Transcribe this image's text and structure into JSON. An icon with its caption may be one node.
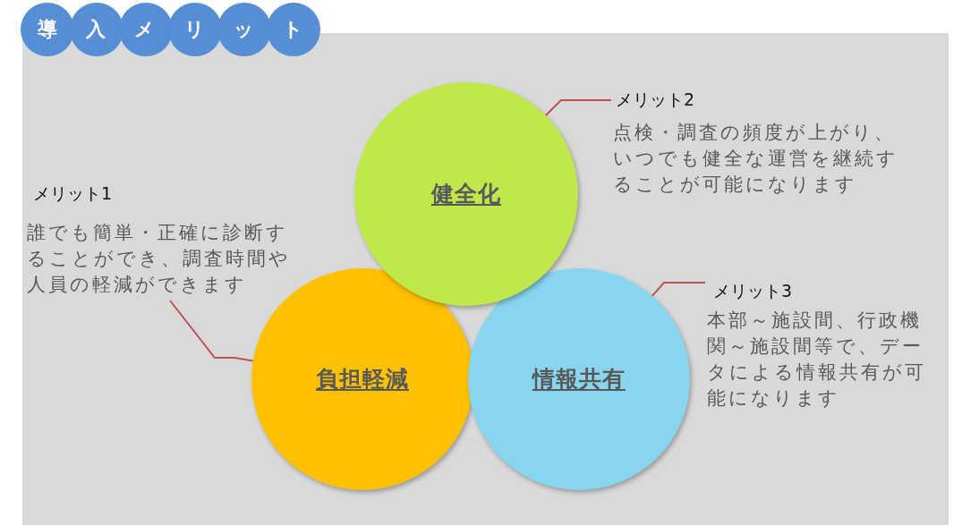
{
  "diagram": {
    "title": "導入メリット",
    "nodes": [
      {
        "text": [
          "健全化"
        ]
      },
      {
        "text": [
          "負担軽減"
        ]
      },
      {
        "text": [
          "情報共有"
        ]
      },
      {
        "text": [
          "メリット1",
          "誰でも簡単・正確に診断することができ、調査時間や人員の軽減ができます"
        ]
      },
      {
        "text": [
          "メリット2",
          "点検・調査の頻度が上がり、いつでも健全な運営を継続することが可能になります"
        ]
      },
      {
        "text": [
          "メリット3",
          "本部～施設間、行政機関～施設間等で、データによる情報共有が可能になります"
        ]
      }
    ],
    "edges": [
      {
        "from": 3,
        "to": 1,
        "arrow": "none"
      },
      {
        "from": 4,
        "to": 0,
        "arrow": "none"
      },
      {
        "from": 5,
        "to": 2,
        "arrow": "none"
      }
    ]
  }
}
